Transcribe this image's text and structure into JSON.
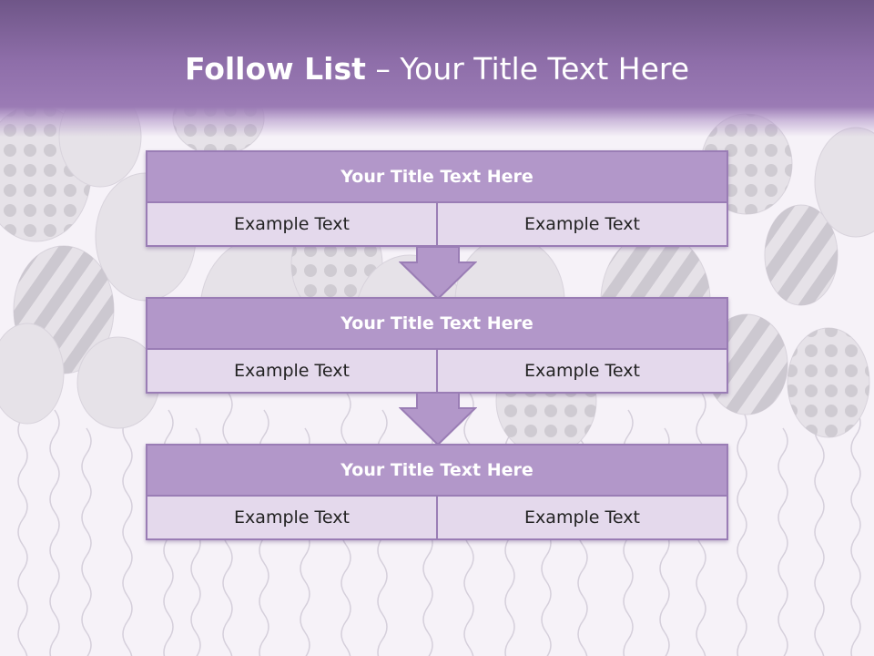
{
  "slide": {
    "title_bold": "Follow List",
    "title_rest": " – Your Title Text Here"
  },
  "blocks": [
    {
      "title": "Your Title Text Here",
      "left": "Example Text",
      "right": "Example Text"
    },
    {
      "title": "Your Title Text Here",
      "left": "Example Text",
      "right": "Example Text"
    },
    {
      "title": "Your Title Text Here",
      "left": "Example Text",
      "right": "Example Text"
    }
  ],
  "colors": {
    "header": "#8e6ea9",
    "block_title_fill": "#b297c9",
    "block_body_fill": "#e4d9ec",
    "border": "#9a7db5",
    "arrow_fill": "#b297c9"
  },
  "background": {
    "theme": "balloons-with-ribbons",
    "icons": [
      "balloon-icon",
      "ribbon-icon"
    ]
  }
}
